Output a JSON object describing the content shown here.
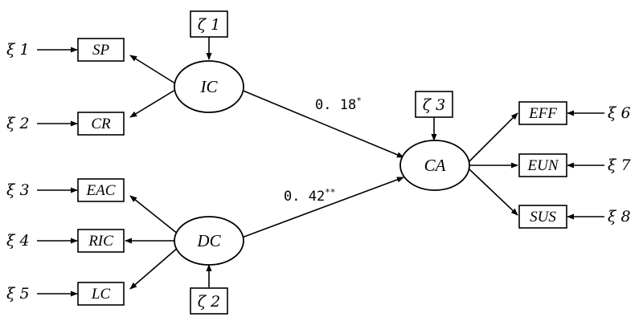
{
  "latents": {
    "ic": "IC",
    "dc": "DC",
    "ca": "CA"
  },
  "indicators": {
    "sp": "SP",
    "cr": "CR",
    "eac": "EAC",
    "ric": "RIC",
    "lc": "LC",
    "eff": "EFF",
    "eun": "EUN",
    "sus": "SUS"
  },
  "errors": {
    "xi1": "ξ 1",
    "xi2": "ξ 2",
    "xi3": "ξ 3",
    "xi4": "ξ 4",
    "xi5": "ξ 5",
    "xi6": "ξ 6",
    "xi7": "ξ 7",
    "xi8": "ξ 8"
  },
  "disturbances": {
    "zeta1": "ζ 1",
    "zeta2": "ζ 2",
    "zeta3": "ζ 3"
  },
  "paths": {
    "ic_ca": {
      "value": "0. 18",
      "sig": "*"
    },
    "dc_ca": {
      "value": "0. 42",
      "sig": "**"
    }
  }
}
